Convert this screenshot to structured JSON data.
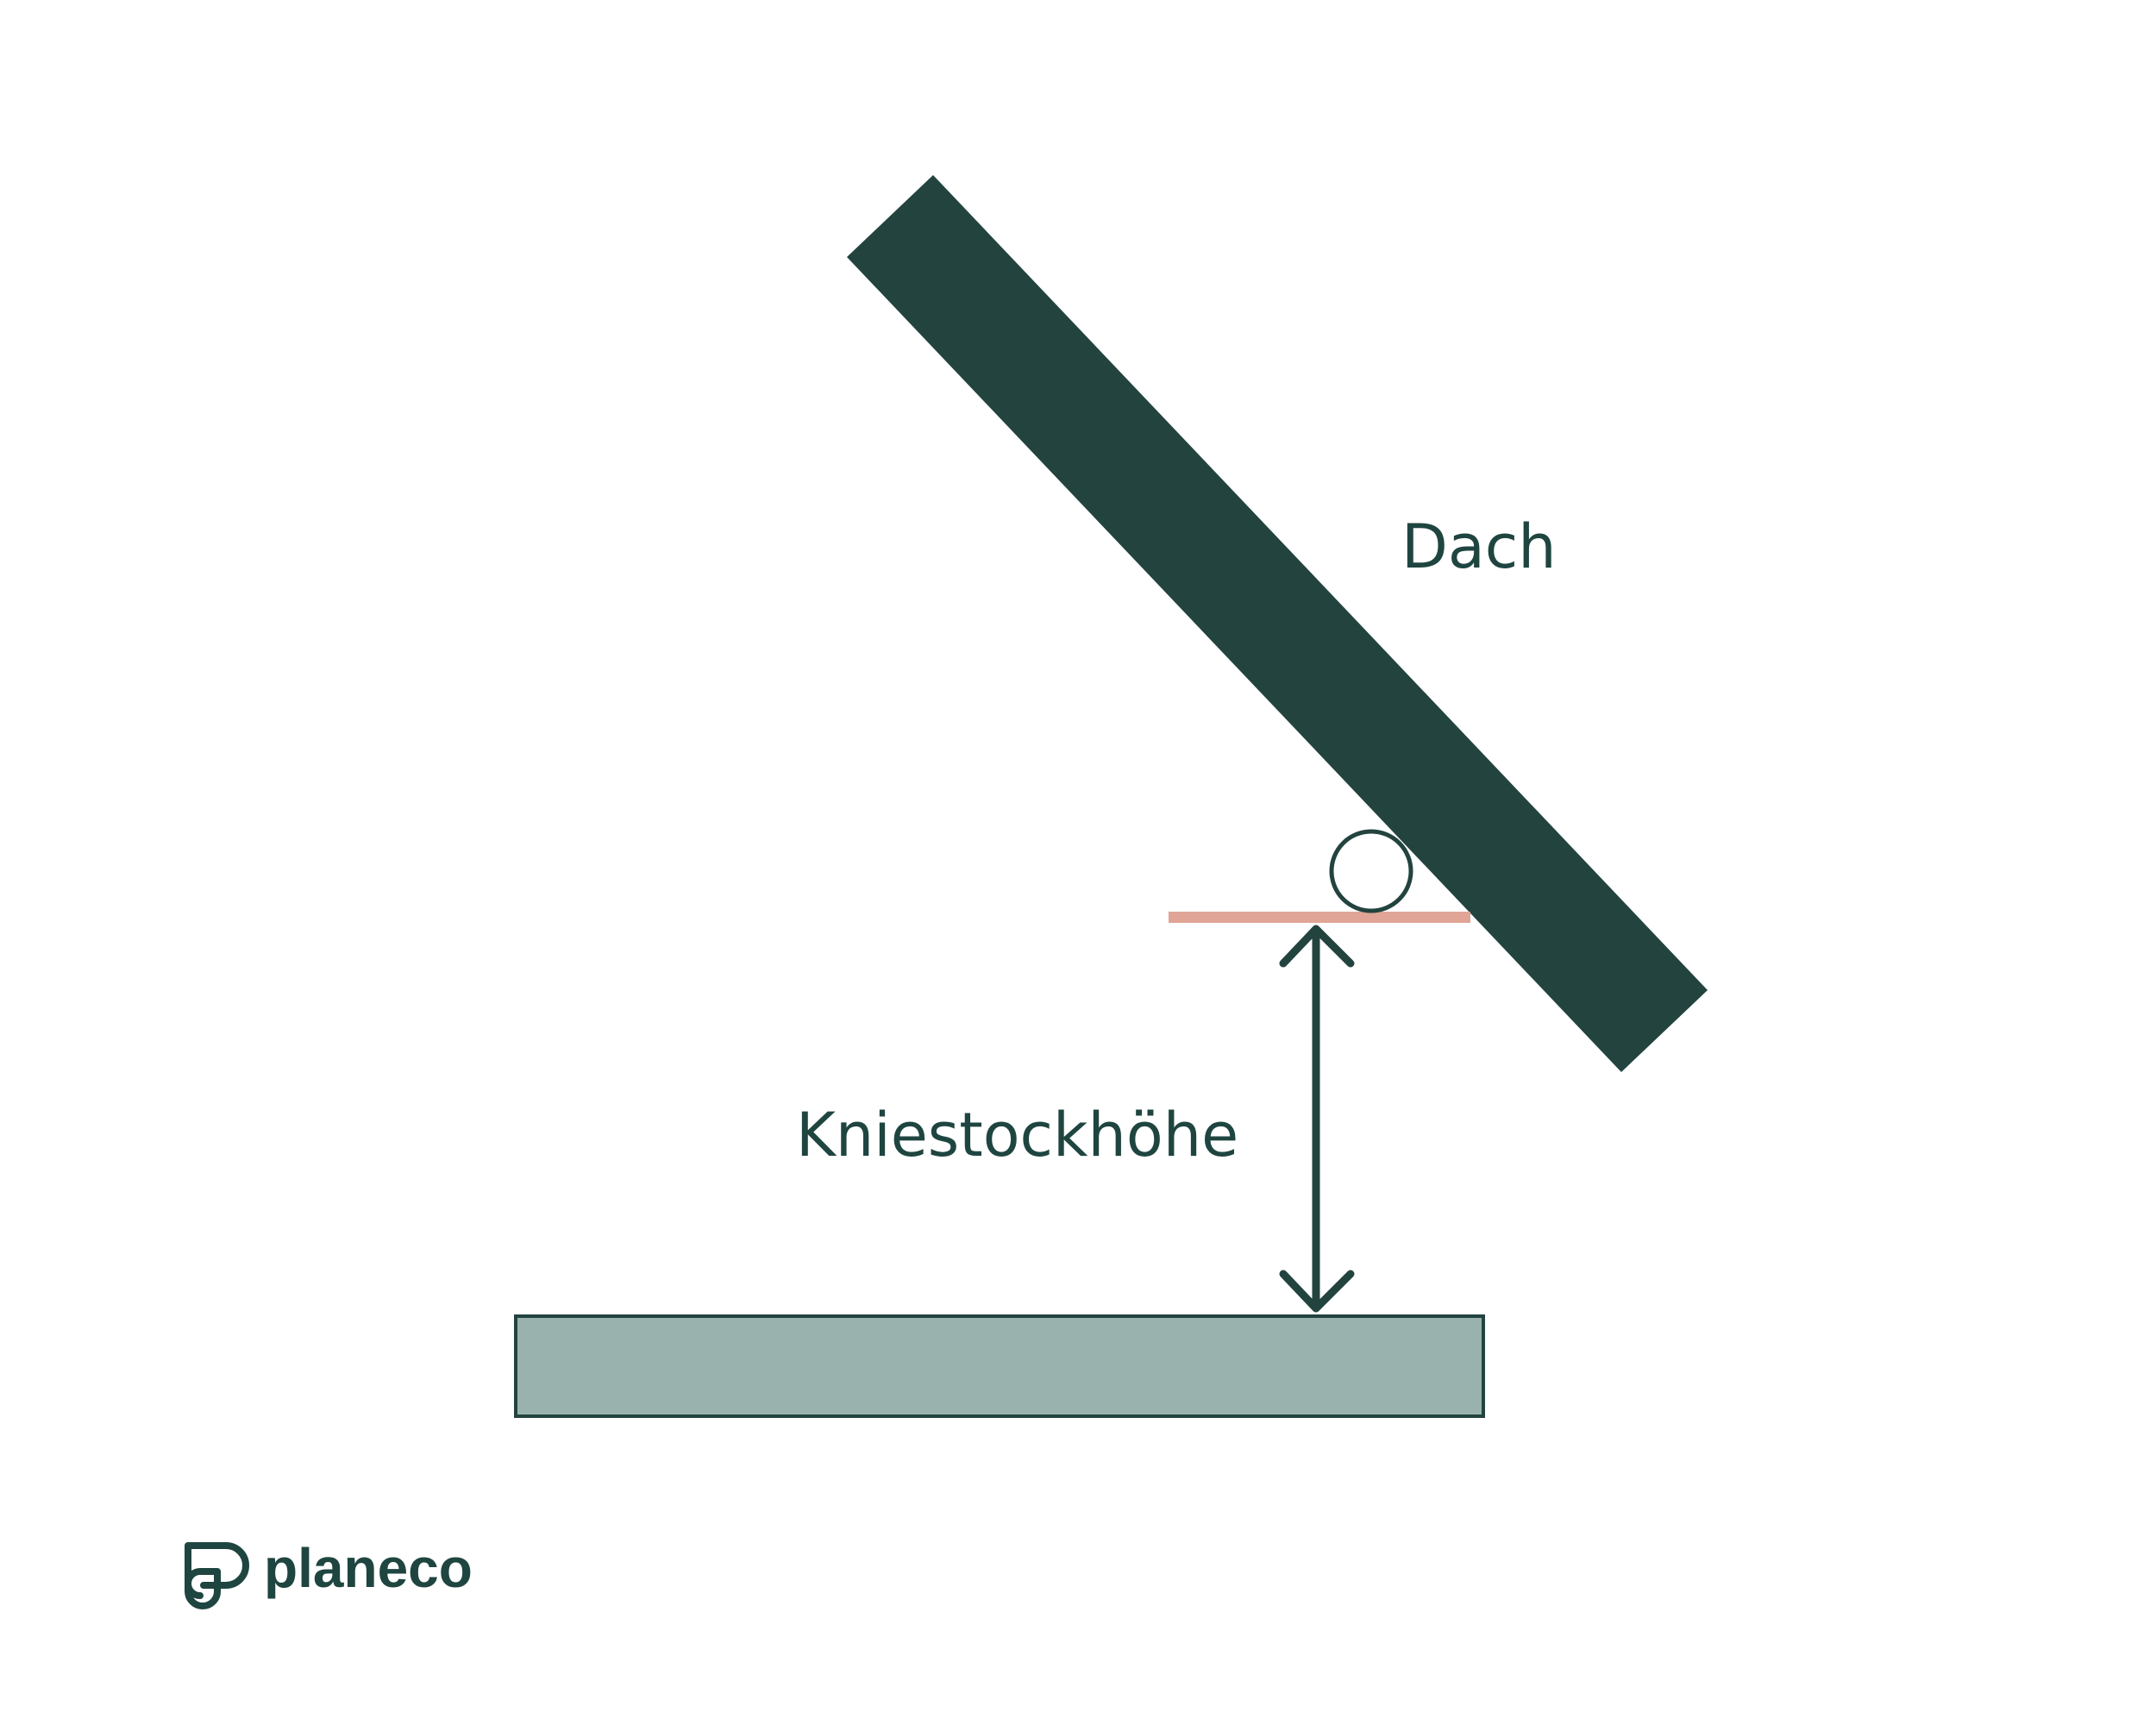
{
  "labels": {
    "roof": "Dach",
    "knee_wall_height": "Kniestockhöhe"
  },
  "logo": {
    "brand_name": "planeco",
    "icon": "planeco-logo-icon"
  },
  "colors": {
    "background": "#ffffff",
    "roof_beam": "#23433f",
    "text": "#1f4540",
    "floor_slab_fill": "#99b2ad",
    "floor_slab_stroke": "#23433f",
    "eave_line": "#e0a596",
    "arrow": "#23433f"
  }
}
